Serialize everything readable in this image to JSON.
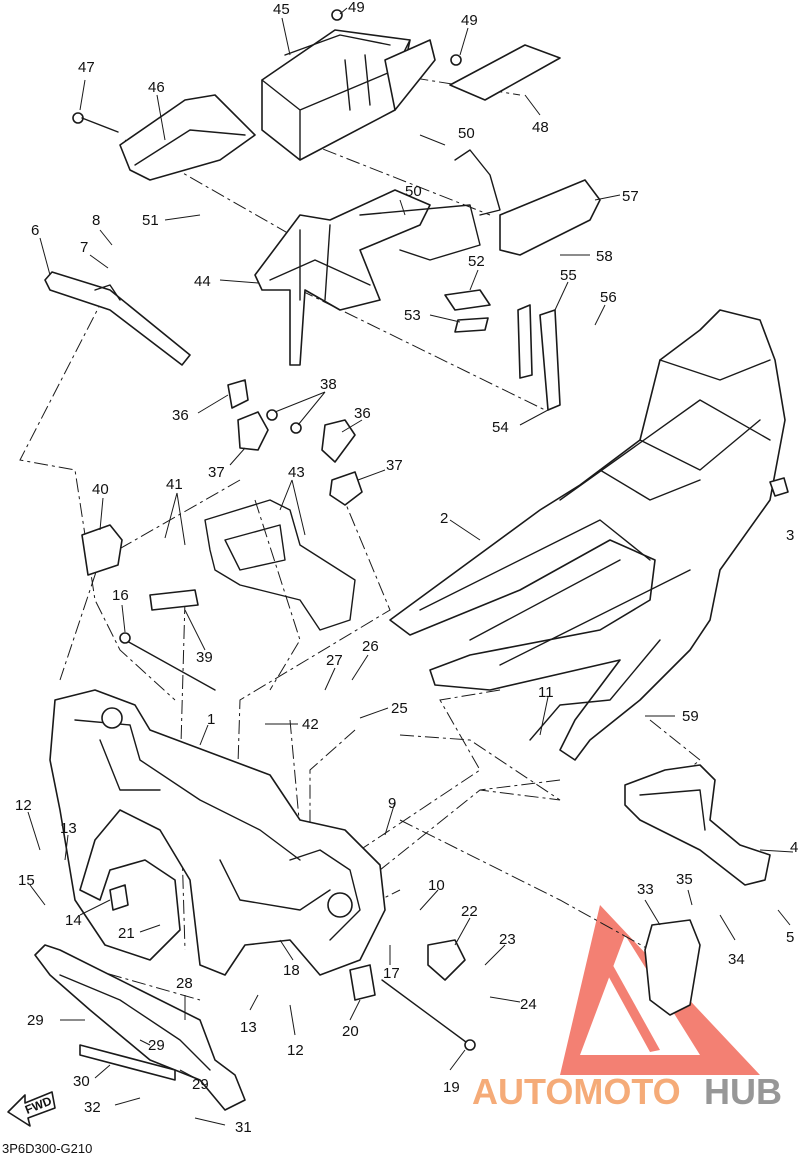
{
  "diagram": {
    "code": "3P6D300-G210",
    "fwd_label": "FWD",
    "watermark": {
      "part1": "AUTOMOTO",
      "part2": "HUB",
      "color1": "#f4a36a",
      "color2": "#8c8c8c",
      "logo_color": "#f26b5b"
    },
    "callouts": {
      "c1": "1",
      "c2": "2",
      "c3": "3",
      "c4": "4",
      "c5": "5",
      "c6": "6",
      "c7": "7",
      "c8": "8",
      "c9": "9",
      "c10": "10",
      "c11": "11",
      "c12a": "12",
      "c12b": "12",
      "c13a": "13",
      "c13b": "13",
      "c14": "14",
      "c15": "15",
      "c16": "16",
      "c17": "17",
      "c18": "18",
      "c19": "19",
      "c20": "20",
      "c21": "21",
      "c22": "22",
      "c23": "23",
      "c24": "24",
      "c25": "25",
      "c26": "26",
      "c27": "27",
      "c28": "28",
      "c29a": "29",
      "c29b": "29",
      "c29c": "29",
      "c30": "30",
      "c31": "31",
      "c32": "32",
      "c33": "33",
      "c34": "34",
      "c35": "35",
      "c36a": "36",
      "c36b": "36",
      "c37a": "37",
      "c37b": "37",
      "c38": "38",
      "c39": "39",
      "c40": "40",
      "c41": "41",
      "c42": "42",
      "c43": "43",
      "c44": "44",
      "c45": "45",
      "c46": "46",
      "c47": "47",
      "c48": "48",
      "c49a": "49",
      "c49b": "49",
      "c50a": "50",
      "c50b": "50",
      "c51": "51",
      "c52": "52",
      "c53": "53",
      "c54": "54",
      "c55": "55",
      "c56": "56",
      "c57": "57",
      "c58": "58",
      "c59": "59"
    }
  }
}
